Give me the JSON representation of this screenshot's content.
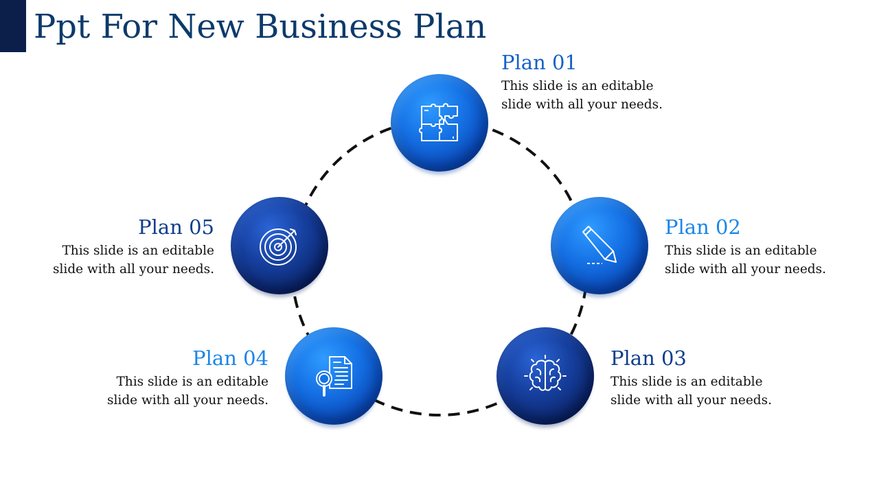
{
  "slide": {
    "title": "Ppt For New Business Plan"
  },
  "plans": [
    {
      "id": "01",
      "title": "Plan 01",
      "line1": "This slide is an editable",
      "line2": "slide with all your needs.",
      "icon": "puzzle-icon",
      "color": "#1560c9"
    },
    {
      "id": "02",
      "title": "Plan 02",
      "line1": "This slide is an editable",
      "line2": "slide with all your needs.",
      "icon": "pencil-icon",
      "color": "#1a86e8"
    },
    {
      "id": "03",
      "title": "Plan 03",
      "line1": "This slide is an editable",
      "line2": "slide with all your needs.",
      "icon": "brain-icon",
      "color": "#0f3d8c"
    },
    {
      "id": "04",
      "title": "Plan 04",
      "line1": "This slide is an editable",
      "line2": "slide with all your needs.",
      "icon": "document-search-icon",
      "color": "#1a86e8"
    },
    {
      "id": "05",
      "title": "Plan 05",
      "line1": "This slide is an editable",
      "line2": "slide with all your needs.",
      "icon": "target-icon",
      "color": "#0f3d8c"
    }
  ],
  "colors": {
    "title": "#0d3a6b",
    "corner_bar": "#0b1f4a",
    "sphere_bright": "#1673e6",
    "sphere_dark": "#163f9e",
    "ring_stroke": "#111111"
  }
}
